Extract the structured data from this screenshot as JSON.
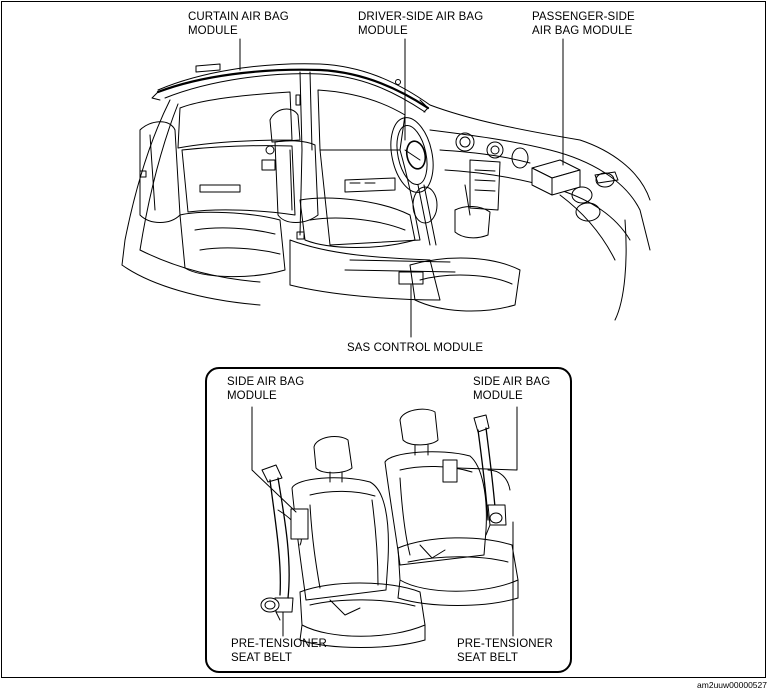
{
  "labels": {
    "curtain_air_bag": {
      "line1": "CURTAIN AIR BAG",
      "line2": "MODULE"
    },
    "driver_air_bag": {
      "line1": "DRIVER-SIDE AIR BAG",
      "line2": "MODULE"
    },
    "passenger_air_bag": {
      "line1": "PASSENGER-SIDE",
      "line2": "AIR BAG MODULE"
    },
    "sas_control": {
      "line1": "SAS CONTROL MODULE"
    },
    "side_air_bag_left": {
      "line1": "SIDE AIR BAG",
      "line2": "MODULE"
    },
    "side_air_bag_right": {
      "line1": "SIDE AIR BAG",
      "line2": "MODULE"
    },
    "pretensioner_left": {
      "line1": "PRE-TENSIONER",
      "line2": "SEAT BELT"
    },
    "pretensioner_right": {
      "line1": "PRE-TENSIONER",
      "line2": "SEAT BELT"
    }
  },
  "figure_code": "am2uuw00000527"
}
